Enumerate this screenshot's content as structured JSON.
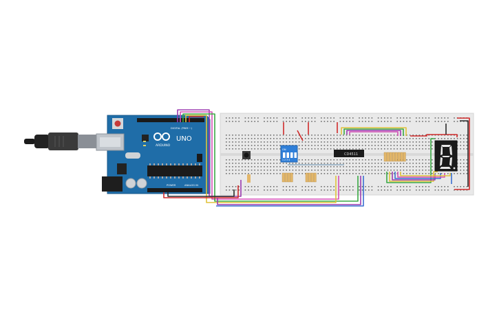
{
  "arduino": {
    "brand": "ARDUINO",
    "model": "UNO",
    "digital_label": "DIGITAL (PWM ~)",
    "power_label": "POWER",
    "analog_label": "ANALOG IN"
  },
  "ic": {
    "part": "CD4511"
  },
  "dip_switch": {
    "on_label": "ON",
    "numbers": "1 2 3 4"
  },
  "seven_segment": {
    "digit": "8"
  },
  "colors": {
    "board_blue": "#1f6da8",
    "breadboard": "#e9e9e9",
    "wire_red": "#d02a2a",
    "wire_black": "#2a2a2a",
    "wire_yellow": "#e0c23a",
    "wire_green": "#39a844",
    "wire_purple": "#9b3bb0",
    "wire_blue": "#3a6fd1",
    "resistor": "#e3b76a",
    "switch_blue": "#2f7fd8"
  }
}
